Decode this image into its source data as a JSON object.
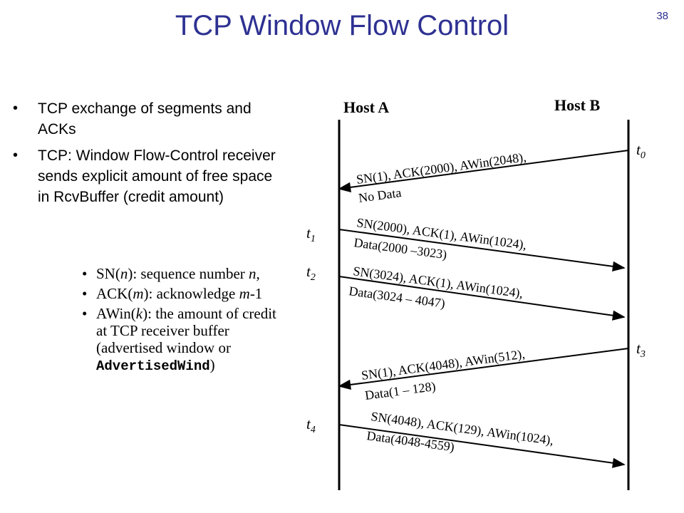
{
  "title": "TCP Window Flow Control",
  "page_number": "38",
  "bullets": [
    "TCP exchange of segments and ACKs",
    "TCP: Window Flow-Control receiver sends explicit amount of free space in RcvBuffer (credit amount)"
  ],
  "sub_bullets": {
    "sn": {
      "prefix": "SN(",
      "var": "n",
      "suffix": "): sequence number ",
      "tail": "n",
      "end": ","
    },
    "ack": {
      "prefix": "ACK(",
      "var": "m",
      "suffix": "): acknowledge ",
      "tail": "m",
      "end": "-1"
    },
    "awin": {
      "prefix": "AWin(",
      "var": "k",
      "suffix": "): the amount of credit at TCP receiver buffer (advertised window or ",
      "code": "AdvertisedWind",
      "end": ")"
    }
  },
  "diagram": {
    "host_a": "Host A",
    "host_b": "Host B",
    "times": {
      "t0": {
        "base": "t",
        "sub": "0"
      },
      "t1": {
        "base": "t",
        "sub": "1"
      },
      "t2": {
        "base": "t",
        "sub": "2"
      },
      "t3": {
        "base": "t",
        "sub": "3"
      },
      "t4": {
        "base": "t",
        "sub": "4"
      }
    },
    "messages": [
      {
        "line1": "SN(1), ACK(2000), AWin(2048),",
        "line2": "No Data"
      },
      {
        "line1": "SN(2000), ACK(1), AWin(1024),",
        "line2": "Data(2000 –3023)"
      },
      {
        "line1": "SN(3024), ACK(1), AWin(1024),",
        "line2": "Data(3024 – 4047)"
      },
      {
        "line1": "SN(1), ACK(4048), AWin(512),",
        "line2": "Data(1 – 128)"
      },
      {
        "line1": "SN(4048), ACK(129), AWin(1024),",
        "line2": "Data(4048-4559)"
      }
    ]
  }
}
